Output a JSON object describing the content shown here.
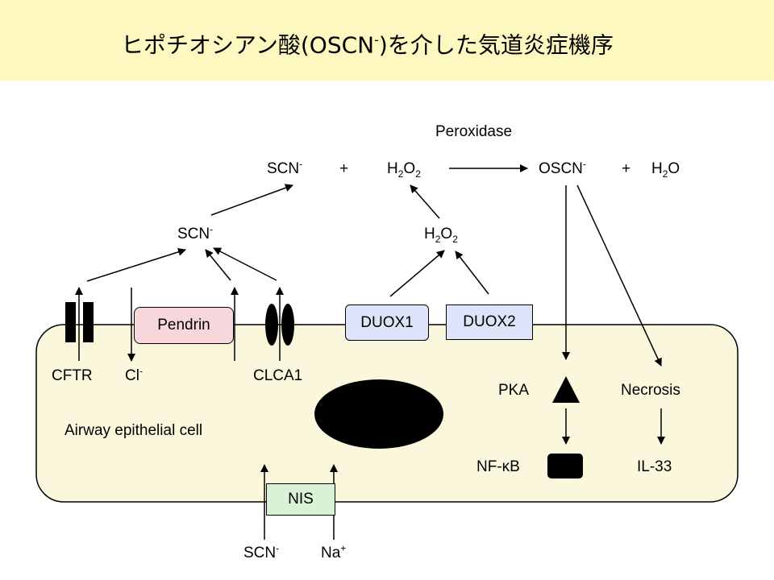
{
  "title": {
    "main": "ヒポチオシアン酸(OSCN",
    "sup": "-",
    "rest": ")を介した気道炎症機序"
  },
  "reaction": {
    "enzyme": "Peroxidase",
    "scn": "SCN",
    "scn_sup": "-",
    "plus1": "+",
    "h2o2_a": "H",
    "h2o2_b": "2",
    "h2o2_c": "O",
    "h2o2_d": "2",
    "oscn": "OSCN",
    "oscn_sup": "-",
    "plus2": "+",
    "h2o_a": "H",
    "h2o_b": "2",
    "h2o_c": "O"
  },
  "mid": {
    "scn": "SCN",
    "scn_sup": "-",
    "h2o2_a": "H",
    "h2o2_b": "2",
    "h2o2_c": "O",
    "h2o2_d": "2"
  },
  "membrane": {
    "pendrin": "Pendrin",
    "duox1": "DUOX1",
    "duox2": "DUOX2",
    "cftr": "CFTR",
    "cl": "Cl",
    "cl_sup": "-",
    "clca1": "CLCA1",
    "nis": "NIS"
  },
  "cell": {
    "label": "Airway epithelial cell",
    "pka": "PKA",
    "nfkb_a": "NF-",
    "nfkb_kappa": "κ",
    "nfkb_b": "B",
    "necrosis": "Necrosis",
    "il33": "IL-33"
  },
  "bottom": {
    "scn": "SCN",
    "scn_sup": "-",
    "na": "Na",
    "na_sup": "+"
  },
  "colors": {
    "title_bg": "#fdf8bf",
    "cell_fill": "#fbf7dc",
    "pendrin_fill": "#f7d7dc",
    "duox_fill": "#dde3f8",
    "nis_fill": "#d9f2d5"
  }
}
